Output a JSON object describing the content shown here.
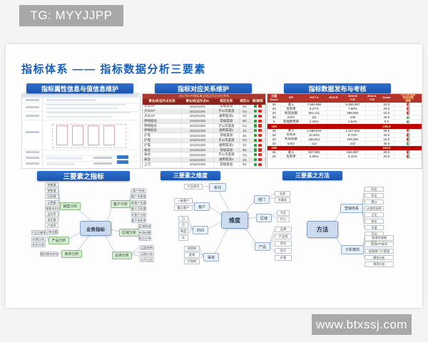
{
  "badges": {
    "top_left": "TG: MYYJJPP",
    "bottom_right": "www.btxssj.com"
  },
  "title": "指标体系 —— 指标数据分析三要素",
  "colors": {
    "accent_blue": "#1a55ad",
    "table_red": "#b5342a",
    "subtotal_red": "#c00000",
    "warn_red": "#d93025",
    "ok_green": "#3aa655",
    "badge_gray": "#a8a8a8"
  },
  "panels": {
    "attribute": {
      "header": "指标属性信息与值信息维护"
    },
    "mapping": {
      "header": "指标对应关系维护",
      "table": {
        "title": "2017年KPI指标事业线运作点对应关系",
        "columns": [
          "事业线/运作点名称",
          "事业线/运作点ID",
          "绑定名称",
          "绑定ID",
          "绑/解绑"
        ],
        "rows": [
          [
            "大众CP",
            "101101201",
            "常规渠道",
            "B1"
          ],
          [
            "大众CP",
            "101101201",
            "子公司渠道",
            "G1"
          ],
          [
            "大众CP",
            "101101201",
            "通用渠道1",
            "Z1"
          ],
          [
            "伊顿股份",
            "101101202",
            "常规渠道",
            "B1"
          ],
          [
            "伊顿股份",
            "101101202",
            "子公司渠道",
            "G1"
          ],
          [
            "伊顿股份",
            "101101202",
            "通用渠道1",
            "Z1"
          ],
          [
            "沪电",
            "101101203",
            "常规渠道",
            "B1"
          ],
          [
            "沪电",
            "101101203",
            "子公司渠道",
            "G1"
          ],
          [
            "沪电",
            "101101203",
            "通用渠道1",
            "Z1"
          ],
          [
            "泰合",
            "101101204",
            "常规渠道",
            "B1"
          ],
          [
            "泰合",
            "101101204",
            "子公司渠道",
            "G1"
          ],
          [
            "泰合",
            "101101204",
            "通用渠道1",
            "Z1"
          ],
          [
            "上汽",
            "101101205",
            "常规渠道",
            "B1"
          ]
        ]
      }
    },
    "publish": {
      "header": "指标数据发布与考核",
      "table": {
        "columns": [
          "分值\nScore",
          "KPI",
          "2017 A",
          "2018 B",
          "2018 B\nYTD",
          "2018 A\nYTD",
          "Grade",
          "2018年预算\n完成进度\n预警"
        ],
        "rows": [
          {
            "score": "30",
            "kpi": "收入",
            "a2017": "7,654,980",
            "b2018": "",
            "ytd_b": "5,353,987",
            "ytd_a": "",
            "grade": "24.0",
            "status": "warn"
          },
          {
            "score": "25",
            "kpi": "毛利率",
            "a2017": "8.27%",
            "b2018": "",
            "ytd_b": "7.98%",
            "ytd_a": "",
            "grade": "20.0",
            "status": "warn"
          },
          {
            "score": "20",
            "kpi": "利润总额",
            "a2017": "561,111",
            "b2018": "",
            "ytd_b": "299,592",
            "ytd_a": "",
            "grade": "16.0",
            "status": "warn"
          },
          {
            "score": "20",
            "kpi": "DSO",
            "a2017": "111",
            "b2018": "",
            "ytd_b": "108",
            "ytd_a": "",
            "grade": "40.0",
            "status": "ok"
          },
          {
            "score": "5",
            "kpi": "管理费用率",
            "a2017": "2.35%",
            "b2018": "",
            "ytd_b": "2.54%",
            "ytd_a": "",
            "grade": "5.0",
            "status": "ok"
          },
          {
            "subtotal": true,
            "score": "100",
            "grade": "105.0"
          },
          {
            "score": "35",
            "kpi": "收入",
            "a2017": "1,588,044",
            "b2018": "",
            "ytd_b": "1,127,642",
            "ytd_a": "",
            "grade": "28.0",
            "status": "warn"
          },
          {
            "score": "25",
            "kpi": "毛利率",
            "a2017": "10.40%",
            "b2018": "",
            "ytd_b": "9.70%",
            "ytd_a": "",
            "grade": "20.0",
            "status": "warn"
          },
          {
            "score": "20",
            "kpi": "利润总额",
            "a2017": "165,812",
            "b2018": "",
            "ytd_b": "109,364",
            "ytd_a": "",
            "grade": "16.0",
            "status": "warn"
          },
          {
            "score": "20",
            "kpi": "DSO",
            "a2017": "112",
            "b2018": "",
            "ytd_b": "102",
            "ytd_a": "",
            "grade": "40.0",
            "status": "ok"
          },
          {
            "subtotal": true,
            "score": "100",
            "grade": "104.0"
          },
          {
            "score": "35",
            "kpi": "收入",
            "a2017": "927,981",
            "b2018": "",
            "ytd_b": "654,987",
            "ytd_a": "",
            "grade": "28.0",
            "status": "warn"
          },
          {
            "score": "25",
            "kpi": "毛利率",
            "a2017": "6.90%",
            "b2018": "",
            "ytd_b": "6.44%",
            "ytd_a": "",
            "grade": "20.0",
            "status": "warn"
          }
        ]
      }
    }
  },
  "mindmaps": [
    {
      "banner": "三要素之指标",
      "center": "业务指标",
      "branches": [
        {
          "label": "销售分析",
          "leaves": [
            "销售额",
            "销售量",
            "回款额",
            "运费额",
            "销售毛利",
            "出货率",
            "退货额",
            "产销率",
            "订单金额"
          ]
        },
        {
          "label": "客户分析",
          "leaves": [
            "客户构成",
            "客户贡献度",
            "新客户拓展",
            "客户活跃度",
            "大客户分析",
            "客户流失率"
          ]
        },
        {
          "label": "区域分析",
          "leaves": [
            "区域构成",
            "市场份额",
            "网点分布"
          ]
        },
        {
          "label": "品类分析",
          "leaves": [
            "品类结构",
            "动销分析",
            "公司占比"
          ]
        },
        {
          "label": "产品分析",
          "leaves": [
            "产品贡献率",
            "价格分析",
            "折扣分析"
          ]
        },
        {
          "label": "库存分析",
          "leaves": [
            "期初期末库存"
          ]
        }
      ]
    },
    {
      "banner": "三要素之维度",
      "center": "维度",
      "branches": [
        {
          "label": "系列",
          "leaves": [
            "产品系列"
          ]
        },
        {
          "label": "客户",
          "leaves": [
            "一级客户",
            "重点客户"
          ]
        },
        {
          "label": "时间",
          "leaves": [
            "日",
            "月",
            "季度",
            "年"
          ]
        },
        {
          "label": "渠道",
          "leaves": [
            "经销商",
            "直销",
            "代理商"
          ]
        },
        {
          "label": "部门",
          "leaves": [
            "总部",
            "办事处"
          ]
        },
        {
          "label": "区域",
          "leaves": [
            "大区",
            "中心"
          ]
        },
        {
          "label": "产品",
          "leaves": [
            "品牌",
            "产品线",
            "系列",
            "型号",
            "价格"
          ]
        }
      ]
    },
    {
      "banner": "三要素之方法",
      "center": "方法",
      "branches": [
        {
          "label": "营销体系",
          "leaves": [
            "同比",
            "环比",
            "累计",
            "计划完成率",
            "占比",
            "排名",
            "均值",
            "平均",
            "走势"
          ]
        },
        {
          "label": "分析模块",
          "leaves": [
            "管理驾驶舱",
            "营销KPI体系",
            "经销商门户管理",
            "模块分析",
            "预测分析"
          ]
        }
      ]
    }
  ]
}
